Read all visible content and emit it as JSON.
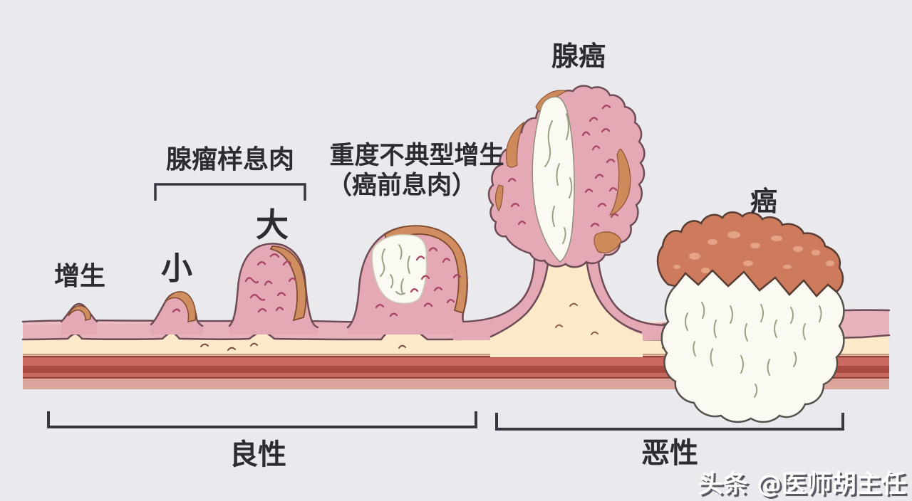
{
  "figure": {
    "stage_labels": {
      "hyperplasia": "增生",
      "adenoma_group": "腺瘤样息肉",
      "adenoma_small": "小",
      "adenoma_large": "大",
      "dysplasia_line1": "重度不典型增生",
      "dysplasia_line2": "（癌前息肉）",
      "adenocarcinoma": "腺癌",
      "cancer": "癌"
    },
    "classification": {
      "benign": "良性",
      "malignant": "恶性"
    },
    "watermark": "头条 @医师胡主任",
    "colors": {
      "background": "#eae9ed",
      "mucosa_pink": "#e7b2bc",
      "mucosa_highlight": "#f0c6ca",
      "mucosa_outline": "#6d4c55",
      "submucosa_cream": "#fbe9ca",
      "muscle_red": "#ca695e",
      "muscle_dark_stripe": "#a84a42",
      "serosa_pink": "#dba59c",
      "polyp_pink": "#e5a9b6",
      "polyp_texture": "#a84862",
      "cap_tan": "#d08d60",
      "cap_outline": "#7d4c30",
      "cancer_cap": "#cd7a5d",
      "cancer_cap_speckle": "#e8ab8b",
      "fibrous_white": "#fbfaf2",
      "fibrous_texture": "#9aa083",
      "label_color": "#2e2a32",
      "bracket_color": "#3a3540",
      "watermark_fill": "#ffffff",
      "watermark_shadow": "#5a5a64"
    }
  }
}
